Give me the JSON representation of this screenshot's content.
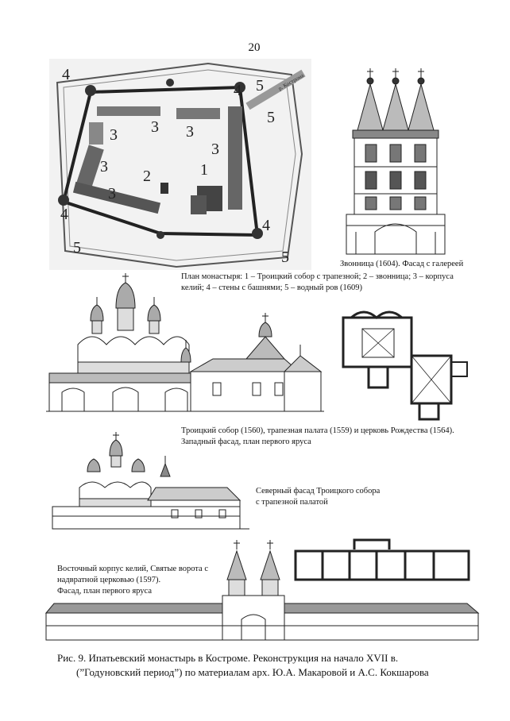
{
  "page_number": "20",
  "plan": {
    "caption": "План монастыря: 1 – Троицкий собор с трапезной; 2 – звонница; 3 – корпуса келий; 4 – стены с башнями; 5 – водный ров (1609)",
    "caption_line1": "План монастыря: 1 – Троицкий собор с трапезной; 2 – звонница; 3 – корпуса",
    "caption_line2": "келий; 4 – стены с башнями; 5 – водный ров (1609)",
    "labels": [
      "1",
      "2",
      "3",
      "3",
      "3",
      "3",
      "3",
      "3",
      "4",
      "4",
      "4",
      "4",
      "5",
      "5",
      "5",
      "5"
    ],
    "road_label": "р. Кострома"
  },
  "belfry": {
    "caption": "Звонница (1604). Фасад с галереей"
  },
  "cathedral": {
    "caption_line1": "Троицкий собор (1560), трапезная палата (1559) и церковь Рождества (1564).",
    "caption_line2": "Западный фасад, план первого яруса"
  },
  "north_facade": {
    "caption_line1": "Северный фасад Троицкого собора",
    "caption_line2": "с трапезной палатой"
  },
  "east_block": {
    "caption_line1": "Восточный корпус келий, Святые ворота с",
    "caption_line2": "надвратной церковью (1597).",
    "caption_line3": "Фасад, план первого яруса"
  },
  "figure": {
    "caption_line1": "Рис. 9. Ипатьевский монастырь в Костроме. Реконструкция на начало XVII в.",
    "caption_line2": "(”Годуновский период”) по материалам арх. Ю.А. Макаровой и А.С. Кокшарова"
  }
}
